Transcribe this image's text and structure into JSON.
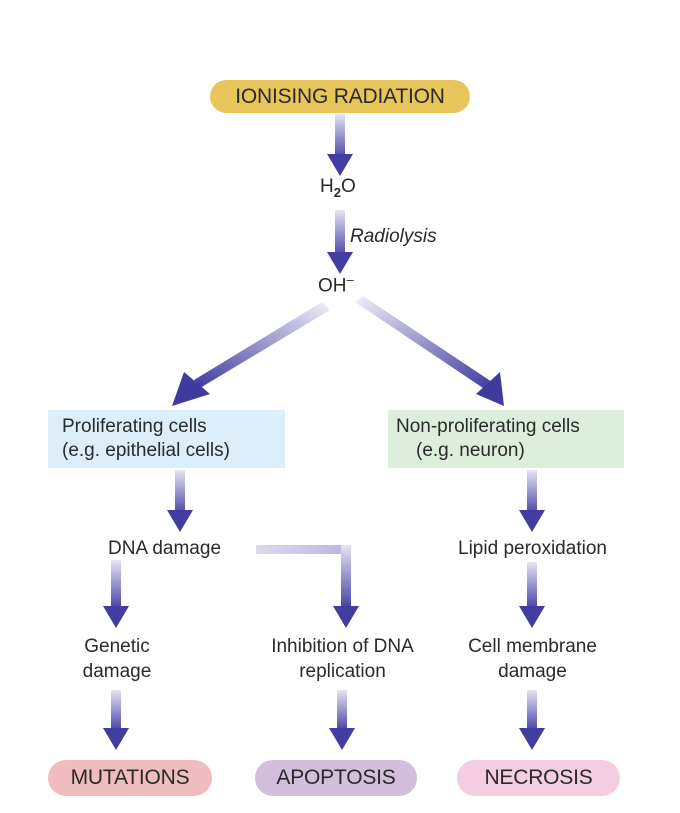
{
  "title_node": {
    "label": "IONISING RADIATION",
    "color": "#e8c55a"
  },
  "h2o": {
    "base": "H",
    "subscript": "2",
    "tail": "O"
  },
  "radiolysis_label": "Radiolysis",
  "oh": {
    "base": "OH",
    "superscript": "–"
  },
  "branches": {
    "proliferating": {
      "line1": "Proliferating cells",
      "line2": "(e.g. epithelial cells)",
      "color": "#dbeef9"
    },
    "non_proliferating": {
      "line1": "Non-proliferating cells",
      "line2": "(e.g. neuron)",
      "color": "#ddeedd"
    }
  },
  "steps": {
    "dna_damage": "DNA damage",
    "genetic_damage": {
      "line1": "Genetic",
      "line2": "damage"
    },
    "inhibition": {
      "line1": "Inhibition of DNA",
      "line2": "replication"
    },
    "lipid": "Lipid peroxidation",
    "membrane": {
      "line1": "Cell membrane",
      "line2": "damage"
    }
  },
  "outcomes": {
    "mutations": {
      "label": "MUTATIONS",
      "color": "#f1bcbf"
    },
    "apoptosis": {
      "label": "APOPTOSIS",
      "color": "#d3bedb"
    },
    "necrosis": {
      "label": "NECROSIS",
      "color": "#f5cde0"
    }
  },
  "arrow_color": "#3f3a9e"
}
